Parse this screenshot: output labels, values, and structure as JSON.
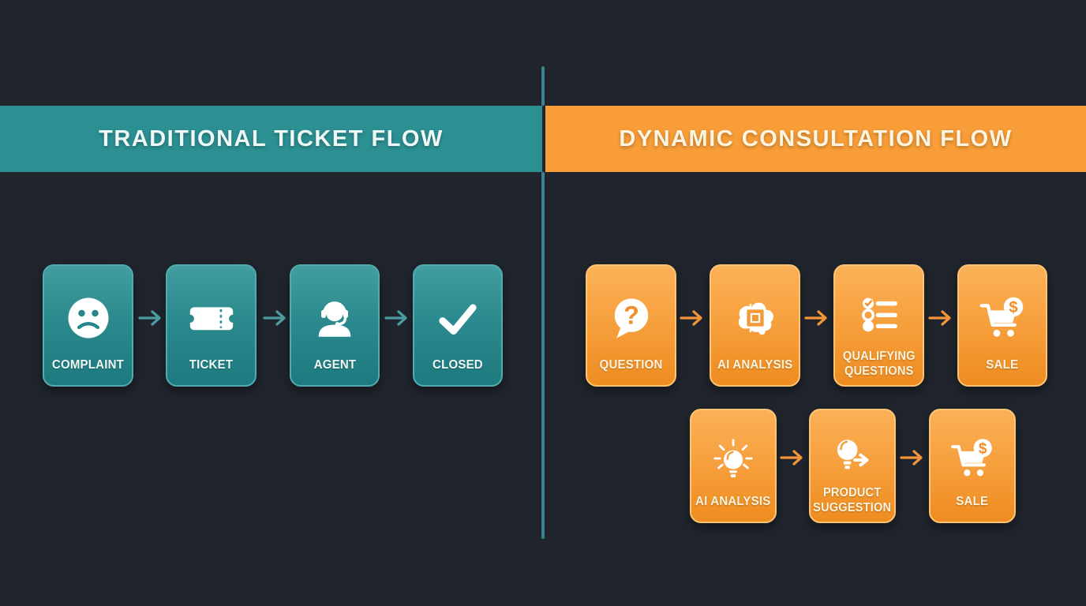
{
  "flows": {
    "traditional": {
      "title": "TRADITIONAL TICKET FLOW",
      "steps": [
        {
          "icon": "sad-face-icon",
          "lines": [
            "COMPLAINT"
          ]
        },
        {
          "icon": "ticket-icon",
          "lines": [
            "TICKET"
          ]
        },
        {
          "icon": "support-agent-icon",
          "lines": [
            "AGENT"
          ]
        },
        {
          "icon": "checkmark-icon",
          "lines": [
            "CLOSED"
          ]
        }
      ]
    },
    "dynamic": {
      "title": "DYNAMIC CONSULTATION FLOW",
      "row1": [
        {
          "icon": "question-bubble-icon",
          "lines": [
            "QUESTION"
          ]
        },
        {
          "icon": "ai-brain-chip-icon",
          "lines": [
            "AI ANALYSIS"
          ]
        },
        {
          "icon": "checklist-icon",
          "lines": [
            "QUALIFYING",
            "QUESTIONS"
          ]
        },
        {
          "icon": "cart-dollar-icon",
          "lines": [
            "SALE"
          ]
        }
      ],
      "row2": [
        {
          "icon": "lightbulb-icon",
          "lines": [
            "AI ANALYSIS"
          ]
        },
        {
          "icon": "lightbulb-arrow-icon",
          "lines": [
            "PRODUCT",
            "SUGGESTION"
          ]
        },
        {
          "icon": "cart-dollar-icon",
          "lines": [
            "SALE"
          ]
        }
      ]
    }
  },
  "colors": {
    "background": "#20252d",
    "teal_header": "#2c9093",
    "orange_header": "#f89d37",
    "teal_card_top": "#419da0",
    "teal_card_bottom": "#1d7a7f",
    "orange_card_top": "#fcb158",
    "orange_card_bottom": "#ee8c20",
    "teal_arrow": "#4b9ba1",
    "orange_arrow": "#f2953a",
    "divider": "#3a8591",
    "label_text_teal": "#eff7f4",
    "label_text_orange": "#fdf2dc"
  }
}
